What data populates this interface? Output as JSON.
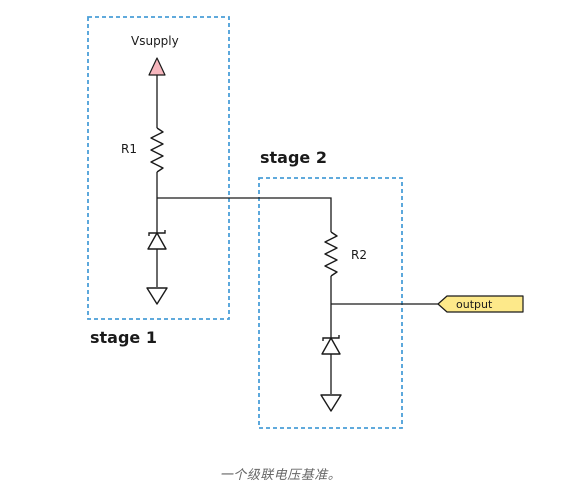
{
  "colors": {
    "wire": "#1a1a1a",
    "stage_box": "#4a9fd8",
    "supply_fill": "#f6b6bd",
    "output_tag_fill": "#fde98a",
    "output_tag_stroke": "#1a1a1a"
  },
  "stages": [
    {
      "label": "stage 1"
    },
    {
      "label": "stage 2"
    }
  ],
  "supply": {
    "label": "Vsupply",
    "icon": "supply-arrow-icon"
  },
  "resistors": [
    {
      "label": "R1",
      "icon": "resistor-icon"
    },
    {
      "label": "R2",
      "icon": "resistor-icon"
    }
  ],
  "zener_diodes": [
    {
      "icon": "zener-diode-icon"
    },
    {
      "icon": "zener-diode-icon"
    }
  ],
  "grounds": [
    {
      "icon": "ground-icon"
    },
    {
      "icon": "ground-icon"
    }
  ],
  "output": {
    "label": "output",
    "icon": "output-tag-icon"
  },
  "caption": "一个级联电压基准。"
}
